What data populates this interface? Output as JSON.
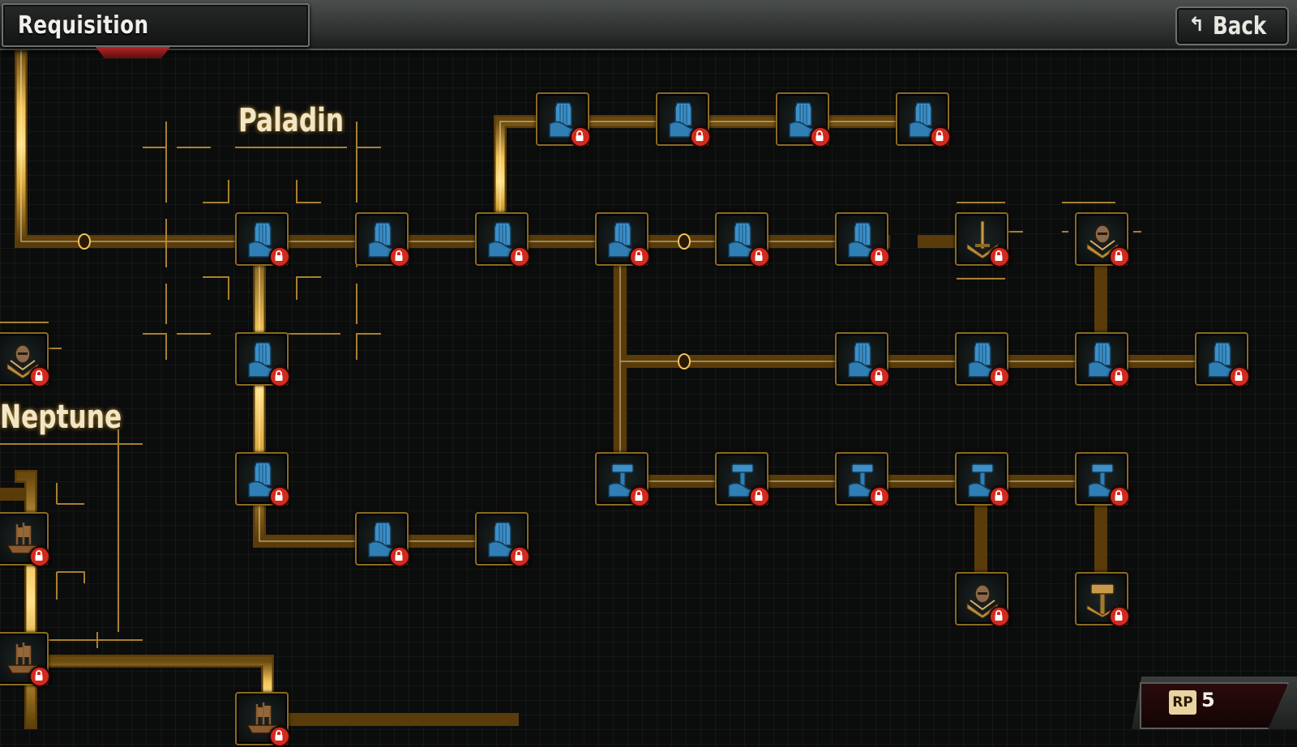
{
  "header": {
    "title": "Requisition",
    "back_label": "Back",
    "back_icon": "arrow-up-left-icon"
  },
  "sections": [
    {
      "label": "Paladin"
    },
    {
      "label": "Neptune"
    }
  ],
  "resources": {
    "rp_badge": "RP",
    "rp_value": "5"
  },
  "colors": {
    "pipe": "#d9a73a",
    "node_border": "#8a6a22",
    "lock": "#d32a1e",
    "unit_blue": "#3d8fc7",
    "portrait": "#8a6a4a"
  },
  "nodes": [
    {
      "id": "n-r0-1",
      "icon": "infantry-icon",
      "locked": true
    },
    {
      "id": "n-r0-2",
      "icon": "infantry-icon",
      "locked": true
    },
    {
      "id": "n-r0-3",
      "icon": "infantry-icon",
      "locked": true
    },
    {
      "id": "n-r0-4",
      "icon": "infantry-icon",
      "locked": true
    },
    {
      "id": "n-r1-1",
      "icon": "infantry-icon",
      "locked": true
    },
    {
      "id": "n-r1-2",
      "icon": "infantry-icon",
      "locked": true
    },
    {
      "id": "n-r1-3",
      "icon": "infantry-icon",
      "locked": true
    },
    {
      "id": "n-r1-4",
      "icon": "infantry-icon",
      "locked": true
    },
    {
      "id": "n-r1-5",
      "icon": "infantry-icon",
      "locked": true
    },
    {
      "id": "n-r1-6",
      "icon": "infantry-icon",
      "locked": true
    },
    {
      "id": "n-r1-7",
      "icon": "sword-icon",
      "locked": true
    },
    {
      "id": "n-r1-8",
      "icon": "commander-portrait-icon",
      "locked": true
    },
    {
      "id": "n-r2-0",
      "icon": "commander-portrait-icon",
      "locked": true
    },
    {
      "id": "n-r2-1",
      "icon": "infantry-icon",
      "locked": true
    },
    {
      "id": "n-r2-2",
      "icon": "infantry-icon",
      "locked": true
    },
    {
      "id": "n-r2-3",
      "icon": "infantry-icon",
      "locked": true
    },
    {
      "id": "n-r2-4",
      "icon": "infantry-icon",
      "locked": true
    },
    {
      "id": "n-r2-5",
      "icon": "infantry-icon",
      "locked": true
    },
    {
      "id": "n-r3-1",
      "icon": "infantry-icon",
      "locked": true
    },
    {
      "id": "n-r3-2",
      "icon": "hammer-trooper-icon",
      "locked": true
    },
    {
      "id": "n-r3-3",
      "icon": "hammer-trooper-icon",
      "locked": true
    },
    {
      "id": "n-r3-4",
      "icon": "hammer-trooper-icon",
      "locked": true
    },
    {
      "id": "n-r3-5",
      "icon": "hammer-trooper-icon",
      "locked": true
    },
    {
      "id": "n-r3-6",
      "icon": "hammer-trooper-icon",
      "locked": true
    },
    {
      "id": "n-r4-0",
      "icon": "ship-icon",
      "locked": true
    },
    {
      "id": "n-r4-1",
      "icon": "infantry-icon",
      "locked": true
    },
    {
      "id": "n-r4-2",
      "icon": "infantry-icon",
      "locked": true
    },
    {
      "id": "n-r5-1",
      "icon": "commander-portrait-icon",
      "locked": true
    },
    {
      "id": "n-r5-2",
      "icon": "warhammer-icon",
      "locked": true
    },
    {
      "id": "n-r6-0",
      "icon": "ship-icon",
      "locked": true
    },
    {
      "id": "n-r6-1",
      "icon": "ship-icon",
      "locked": true
    }
  ]
}
